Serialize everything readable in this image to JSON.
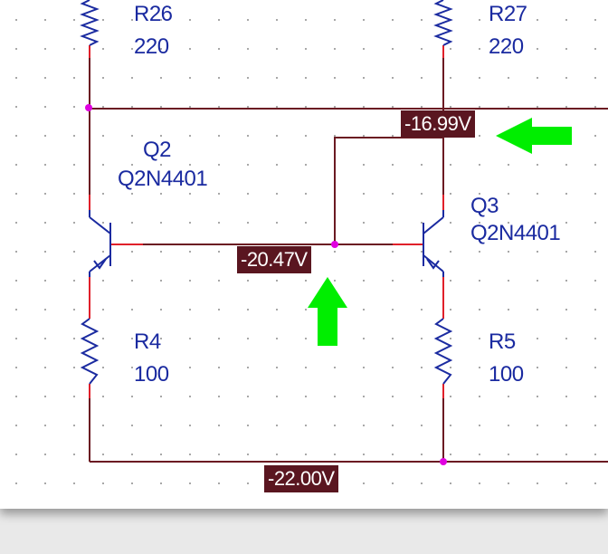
{
  "components": {
    "r26": {
      "ref": "R26",
      "value": "220"
    },
    "r27": {
      "ref": "R27",
      "value": "220"
    },
    "q2": {
      "ref": "Q2",
      "model": "Q2N4401"
    },
    "q3": {
      "ref": "Q3",
      "model": "Q2N4401"
    },
    "r4": {
      "ref": "R4",
      "value": "100"
    },
    "r5": {
      "ref": "R5",
      "value": "100"
    }
  },
  "voltage_markers": {
    "q3_collector": "-16.99V",
    "bases": "-20.47V",
    "emitter_bottom": "-22.00V"
  },
  "colors": {
    "wire": "#6b1a22",
    "component": "#1a2aa0",
    "pin": "#e0202a",
    "junction": "#e000e0",
    "marker_bg": "#5a1620",
    "arrow": "#00ee00"
  },
  "annotation_arrows": [
    "arrow-left",
    "arrow-up"
  ]
}
